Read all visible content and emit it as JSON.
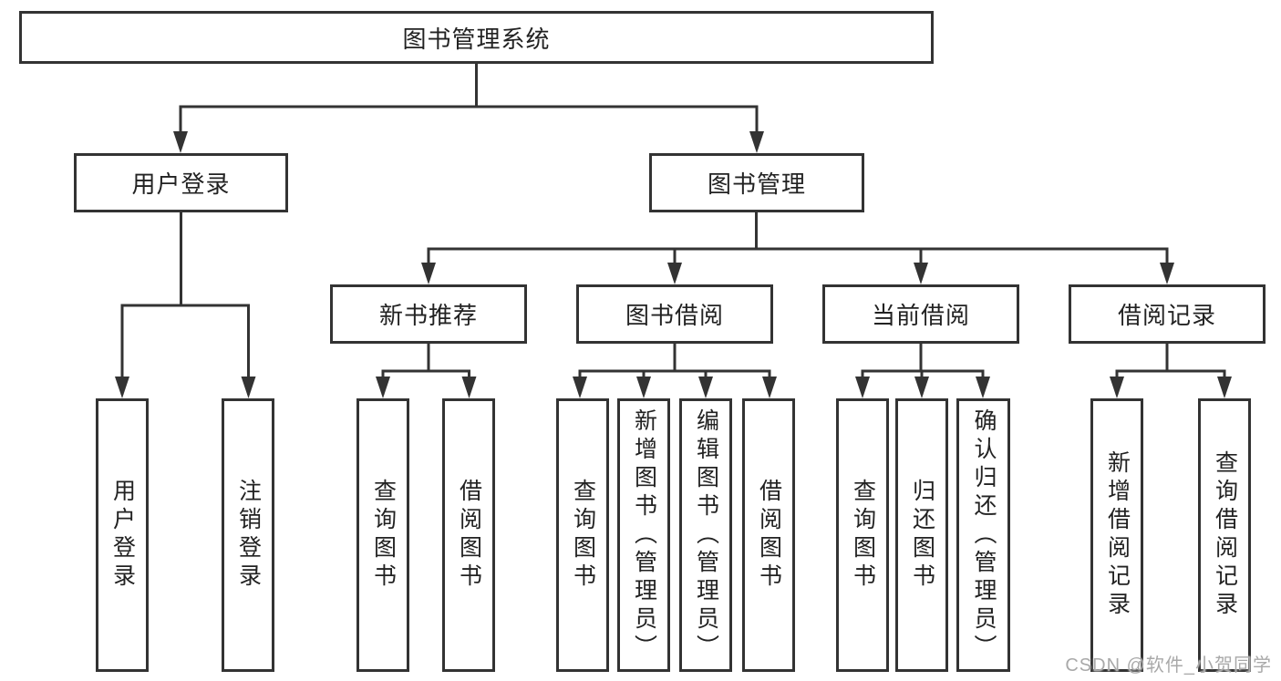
{
  "nodes": {
    "root": "图书管理系统",
    "user": {
      "label": "用户登录",
      "children": [
        "用户登录",
        "注销登录"
      ]
    },
    "mgmt": {
      "label": "图书管理",
      "sections": [
        {
          "label": "新书推荐",
          "children": [
            "查询图书",
            "借阅图书"
          ]
        },
        {
          "label": "图书借阅",
          "children": [
            "查询图书",
            "新增图书（管理员）",
            "编辑图书（管理员）",
            "借阅图书"
          ]
        },
        {
          "label": "当前借阅",
          "children": [
            "查询图书",
            "归还图书",
            "确认归还（管理员）"
          ]
        },
        {
          "label": "借阅记录",
          "children": [
            "新增借阅记录",
            "查询借阅记录"
          ]
        }
      ]
    }
  },
  "watermark": "CSDN @软件_小贺同学",
  "colors": {
    "line": "#333333",
    "text": "#222222",
    "background": "#ffffff",
    "watermark": "#a9a9a9"
  }
}
